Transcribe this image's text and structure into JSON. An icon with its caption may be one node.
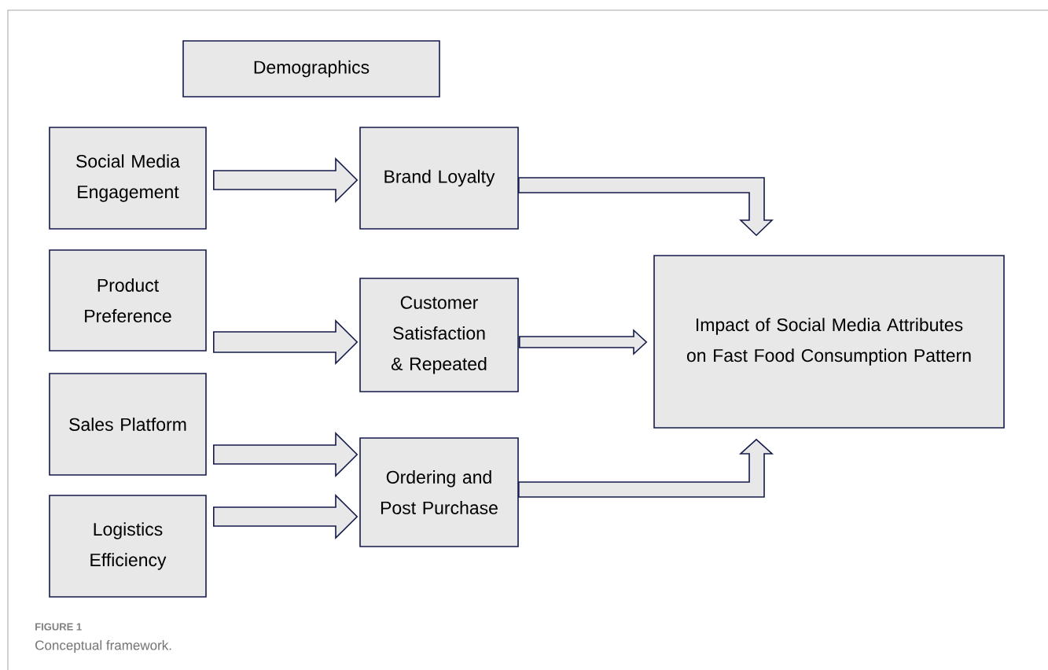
{
  "diagram": {
    "caption": "Conceptual framework.",
    "nodes": [
      {
        "text": [
          "Demographics"
        ]
      },
      {
        "text": [
          "Social Media Engagement"
        ]
      },
      {
        "text": [
          "Brand Loyalty"
        ]
      },
      {
        "text": [
          "Product Preference"
        ]
      },
      {
        "text": [
          "Customer Satisfaction & Repeated"
        ]
      },
      {
        "text": [
          "Sales Platform"
        ]
      },
      {
        "text": [
          "Ordering and Post Purchase"
        ]
      },
      {
        "text": [
          "Logistics Efficiency"
        ]
      },
      {
        "text": [
          "Impact of Social Media Attributes on Fast Food Consumption Pattern"
        ]
      }
    ],
    "edges": [
      {
        "from": 1,
        "to": 2,
        "arrow": "to"
      },
      {
        "from": 3,
        "to": 4,
        "arrow": "to"
      },
      {
        "from": 5,
        "to": 6,
        "arrow": "to"
      },
      {
        "from": 7,
        "to": 6,
        "arrow": "to"
      },
      {
        "from": 2,
        "to": 8,
        "arrow": "to"
      },
      {
        "from": 4,
        "to": 8,
        "arrow": "to"
      },
      {
        "from": 6,
        "to": 8,
        "arrow": "to"
      }
    ],
    "labels": [
      "FIGURE 1"
    ]
  }
}
